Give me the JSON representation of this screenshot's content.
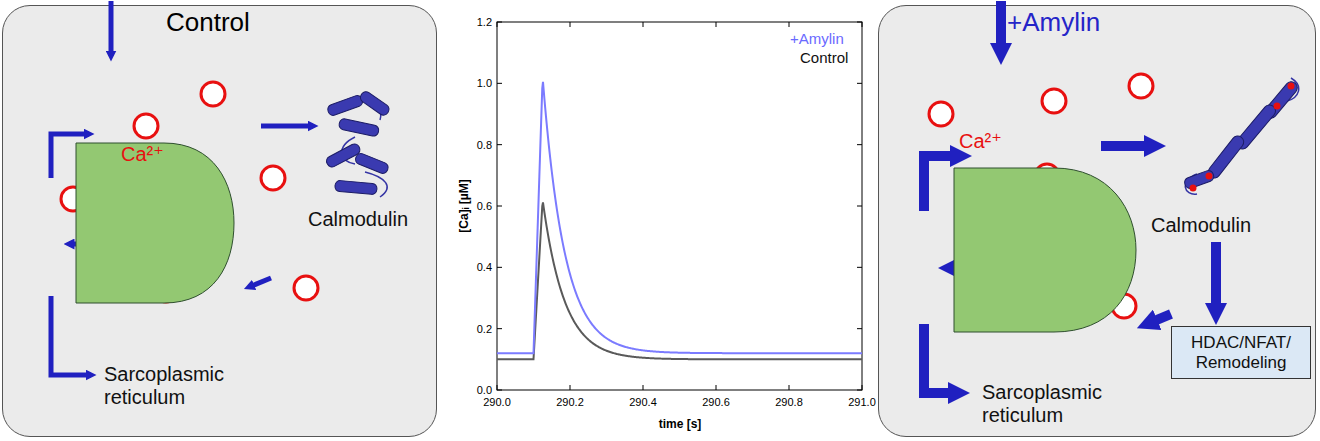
{
  "diagram": {
    "nodes": [
      {
        "text": [
          "Control"
        ]
      },
      {
        "text": [
          "Sarcoplasmic reticulum"
        ],
        "in": 0
      },
      {
        "text": [
          "Calmodulin"
        ],
        "in": 0
      },
      {
        "text": [
          "+Amylin"
        ]
      },
      {
        "text": [
          "Sarcoplasmic reticulum"
        ],
        "in": 3
      },
      {
        "text": [
          "Calmodulin"
        ],
        "in": 3
      },
      {
        "text": [
          "HDAC/NFAT/ Remodeling"
        ],
        "in": 3
      }
    ],
    "edges": [
      {
        "from": 5,
        "to": 6,
        "arrow": "to"
      }
    ],
    "labels": [
      "Ca²⁺",
      "Ca²⁺",
      "+Amylin",
      "Control",
      "[Ca]ᵢ [µM]",
      "time [s]",
      "0.0",
      "0.2",
      "0.4",
      "0.6",
      "0.8",
      "1.0",
      "1.2",
      "290.0",
      "290.2",
      "290.4",
      "290.6",
      "290.8",
      "291.0"
    ]
  }
}
